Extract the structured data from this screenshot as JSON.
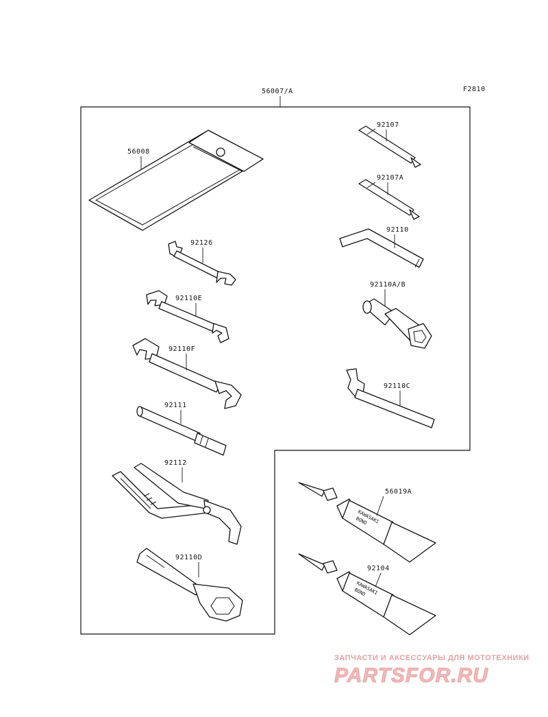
{
  "figure_code": "F2810",
  "assembly_label": "56007/A",
  "parts": [
    {
      "id": "roll",
      "label": "56008"
    },
    {
      "id": "wrench_small",
      "label": "92126"
    },
    {
      "id": "wrench_medium",
      "label": "92110E"
    },
    {
      "id": "wrench_large",
      "label": "92110F"
    },
    {
      "id": "handle",
      "label": "92111"
    },
    {
      "id": "pliers",
      "label": "92112"
    },
    {
      "id": "ring_wrench",
      "label": "92110D"
    },
    {
      "id": "screwdriver_bit_1",
      "label": "92107"
    },
    {
      "id": "screwdriver_bit_2",
      "label": "92107A"
    },
    {
      "id": "hex_key",
      "label": "92110"
    },
    {
      "id": "socket",
      "label": "92110A/B"
    },
    {
      "id": "hook_spanner",
      "label": "92110C"
    },
    {
      "id": "bond_tube_1",
      "label": "56019A"
    },
    {
      "id": "bond_tube_2",
      "label": "92104"
    }
  ],
  "tube_print": {
    "line1": "KAWASAKI",
    "line2": "BOND"
  },
  "watermark": {
    "tagline": "ЗАПЧАСТИ И АКСЕССУАРЫ ДЛЯ МОТОТЕХНИКИ",
    "brand": "PARTSFOR.RU"
  }
}
